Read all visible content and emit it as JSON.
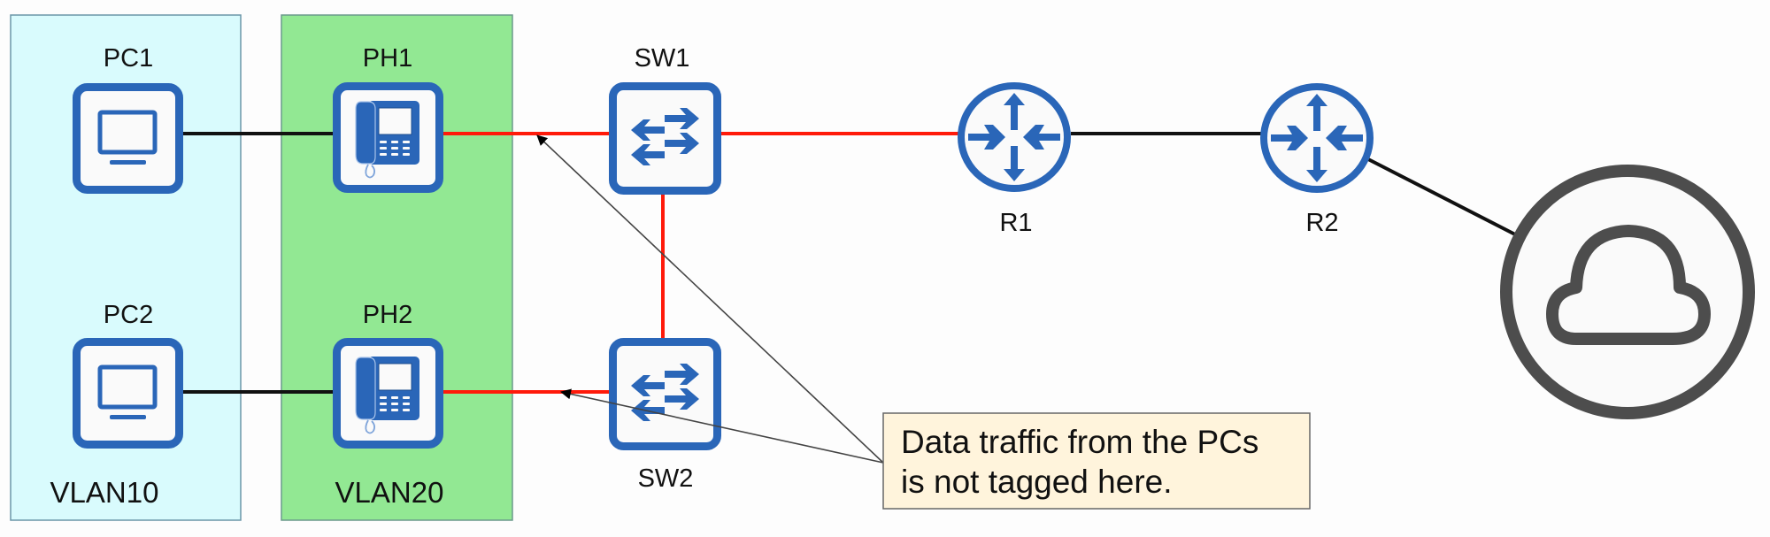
{
  "colors": {
    "vlan10_fill": "#d9fbfd",
    "vlan20_fill": "#92e893",
    "device_blue": "#2a66b8",
    "trunk_red": "#ff1a0a",
    "access_black": "#111111",
    "cloud_gray": "#4d4d4d",
    "callout_fill": "#fff4dc"
  },
  "zones": [
    {
      "id": "vlan10",
      "label": "VLAN10"
    },
    {
      "id": "vlan20",
      "label": "VLAN20"
    }
  ],
  "devices": {
    "pc1": {
      "label": "PC1",
      "type": "pc"
    },
    "pc2": {
      "label": "PC2",
      "type": "pc"
    },
    "ph1": {
      "label": "PH1",
      "type": "ip-phone"
    },
    "ph2": {
      "label": "PH2",
      "type": "ip-phone"
    },
    "sw1": {
      "label": "SW1",
      "type": "switch"
    },
    "sw2": {
      "label": "SW2",
      "type": "switch"
    },
    "r1": {
      "label": "R1",
      "type": "router"
    },
    "r2": {
      "label": "R2",
      "type": "router"
    },
    "internet": {
      "label": "",
      "type": "cloud"
    }
  },
  "links": [
    {
      "from": "PC1",
      "to": "PH1",
      "style": "access"
    },
    {
      "from": "PC2",
      "to": "PH2",
      "style": "access"
    },
    {
      "from": "PH1",
      "to": "SW1",
      "style": "highlighted"
    },
    {
      "from": "PH2",
      "to": "SW2",
      "style": "highlighted"
    },
    {
      "from": "SW1",
      "to": "SW2",
      "style": "highlighted"
    },
    {
      "from": "SW1",
      "to": "R1",
      "style": "highlighted"
    },
    {
      "from": "R1",
      "to": "R2",
      "style": "normal"
    },
    {
      "from": "R2",
      "to": "Internet",
      "style": "normal"
    }
  ],
  "callout": {
    "line1": "Data traffic from the PCs",
    "line2": "is not tagged here.",
    "points_to": [
      "PH1-SW1 link",
      "PH2-SW2 link"
    ]
  }
}
